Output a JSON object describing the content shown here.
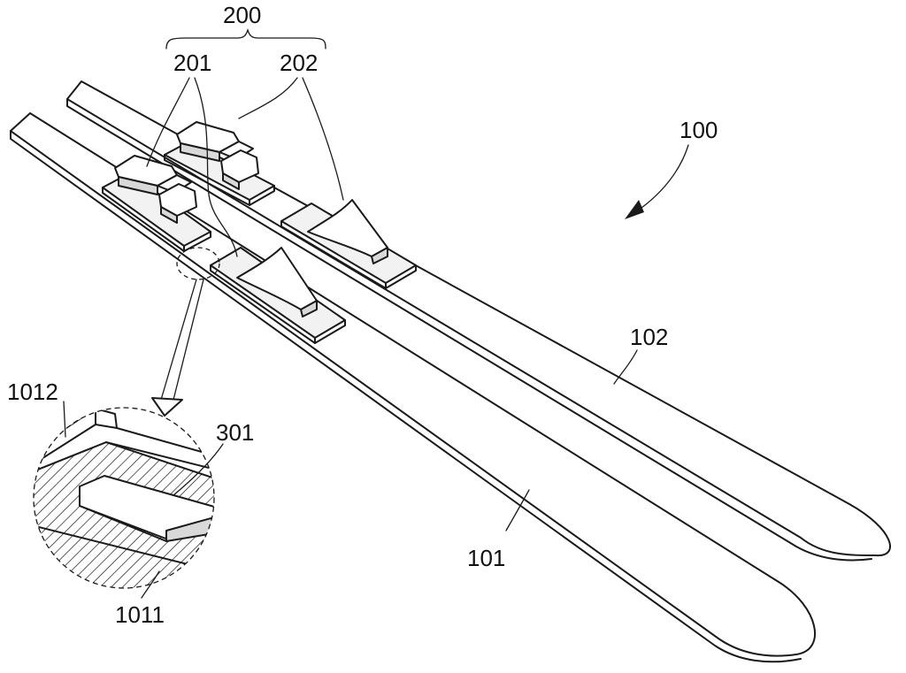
{
  "labels": {
    "assembly": "200",
    "front_binding": "201",
    "rear_binding": "202",
    "ski_pair": "100",
    "ski_right": "102",
    "ski_left": "101",
    "upper_layer": "1012",
    "lower_layer": "1011",
    "insert": "301"
  }
}
